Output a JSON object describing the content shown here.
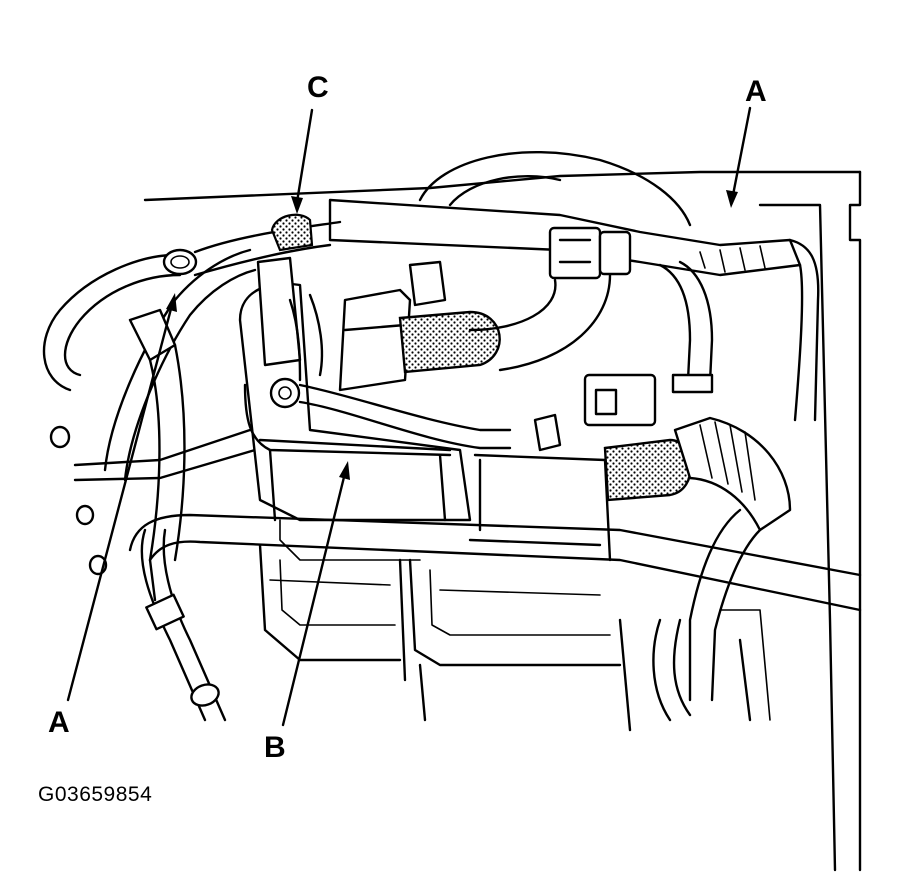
{
  "callouts": {
    "c_top": "C",
    "a_top": "A",
    "a_bottom": "A",
    "b_bottom": "B"
  },
  "figure_id": "G03659854",
  "colors": {
    "line": "#000000",
    "background": "#ffffff",
    "stipple": "#000000"
  }
}
